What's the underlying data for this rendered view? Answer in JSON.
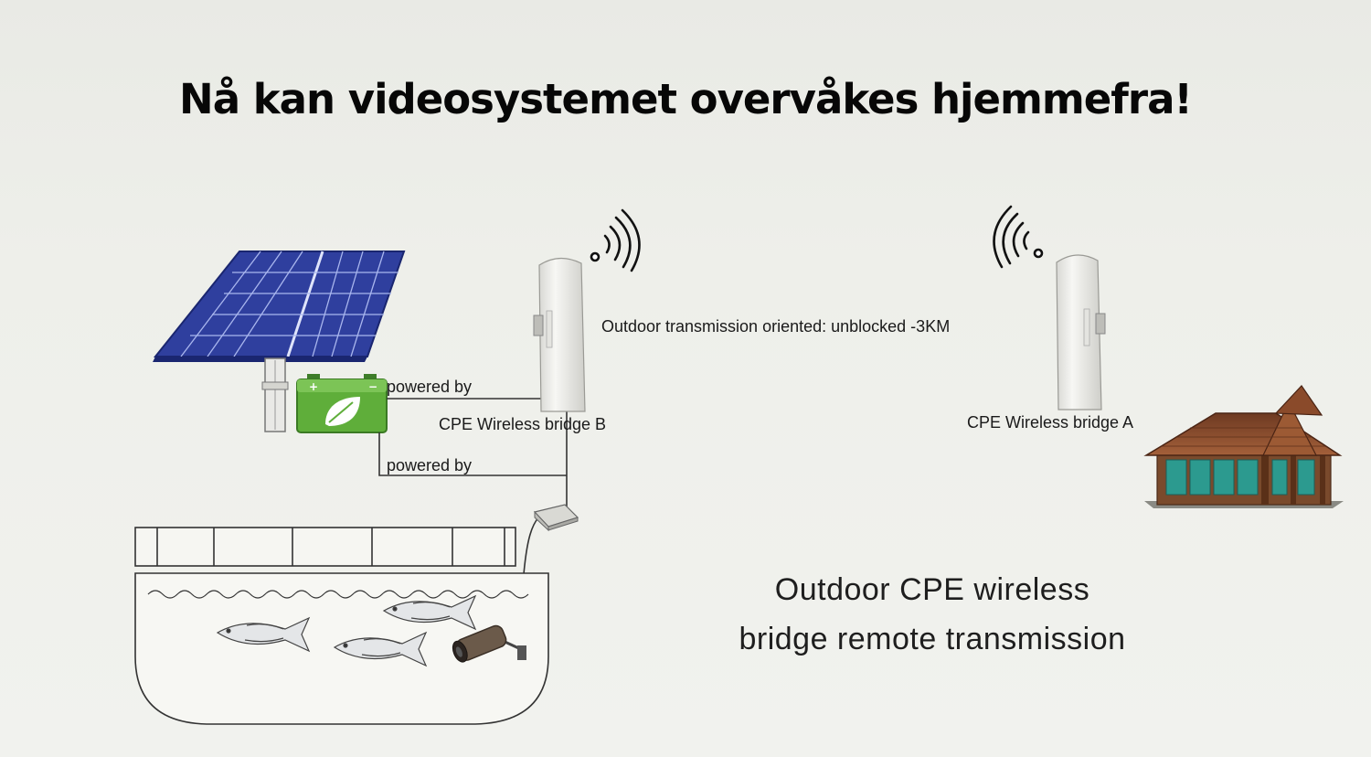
{
  "title": "Nå kan videosystemet overvåkes hjemmefra!",
  "labels": {
    "powered_by_top": "powered by",
    "powered_by_bottom": "powered by",
    "bridge_b": "CPE Wireless bridge B",
    "bridge_a": "CPE Wireless bridge A",
    "link": "Outdoor transmission oriented: unblocked -3KM"
  },
  "caption": {
    "line1": "Outdoor CPE wireless",
    "line2": "bridge remote transmission"
  },
  "colors": {
    "solar_panel": "#2f3f9e",
    "battery": "#5fae3a",
    "roof": "#8a4a2a",
    "glass": "#2c9a8f",
    "line": "#333333"
  },
  "icons": [
    "solar-panel-icon",
    "battery-icon",
    "cpe-antenna-icon",
    "wifi-signal-icon",
    "junction-box-icon",
    "fish-pond-icon",
    "fish-icon",
    "underwater-camera-icon",
    "house-icon"
  ]
}
